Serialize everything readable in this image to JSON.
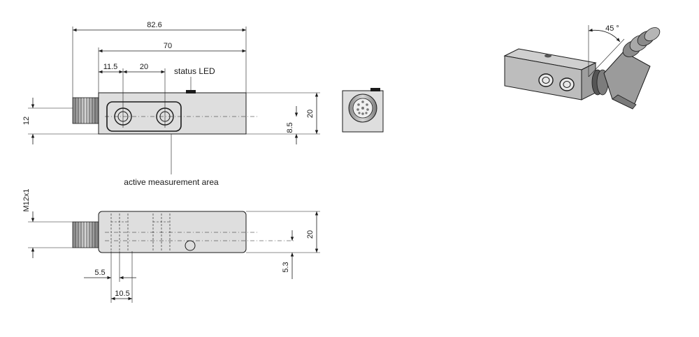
{
  "diagram": {
    "dimensions": {
      "overall_length": "82.6",
      "body_length": "70",
      "hole_offset": "11.5",
      "hole_spacing": "20",
      "height_top_view": "20",
      "connector_height": "12",
      "center_height": "8.5",
      "thread": "M12x1",
      "height_side_view": "20",
      "bottom_offset": "5.3",
      "slot_width_small": "5.5",
      "slot_width_large": "10.5",
      "angle": "45 °"
    },
    "labels": {
      "status_led": "status LED",
      "active_area": "active measurement area"
    }
  }
}
